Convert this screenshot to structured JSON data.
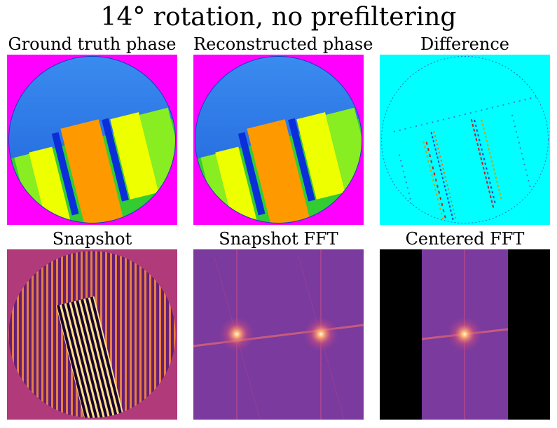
{
  "figure": {
    "title": "14° rotation, no prefiltering"
  },
  "panels": [
    {
      "title": "Ground truth phase",
      "colormap": "jet"
    },
    {
      "title": "Reconstructed phase",
      "colormap": "jet"
    },
    {
      "title": "Difference",
      "colormap": "jet"
    },
    {
      "title": "Snapshot",
      "colormap": "plasma"
    },
    {
      "title": "Snapshot FFT",
      "colormap": "plasma"
    },
    {
      "title": "Centered FFT",
      "colormap": "plasma"
    }
  ],
  "colors": {
    "background_mask": "#ff00ff",
    "phase_high": "#ff9900",
    "phase_mid": "#ffff00",
    "phase_low": "#1e6fe6",
    "difference_base": "#00ffff",
    "snapshot_base": "#b03a7a",
    "fft_base": "#7a3a9e",
    "black": "#000000"
  },
  "rotation_degrees": 14
}
